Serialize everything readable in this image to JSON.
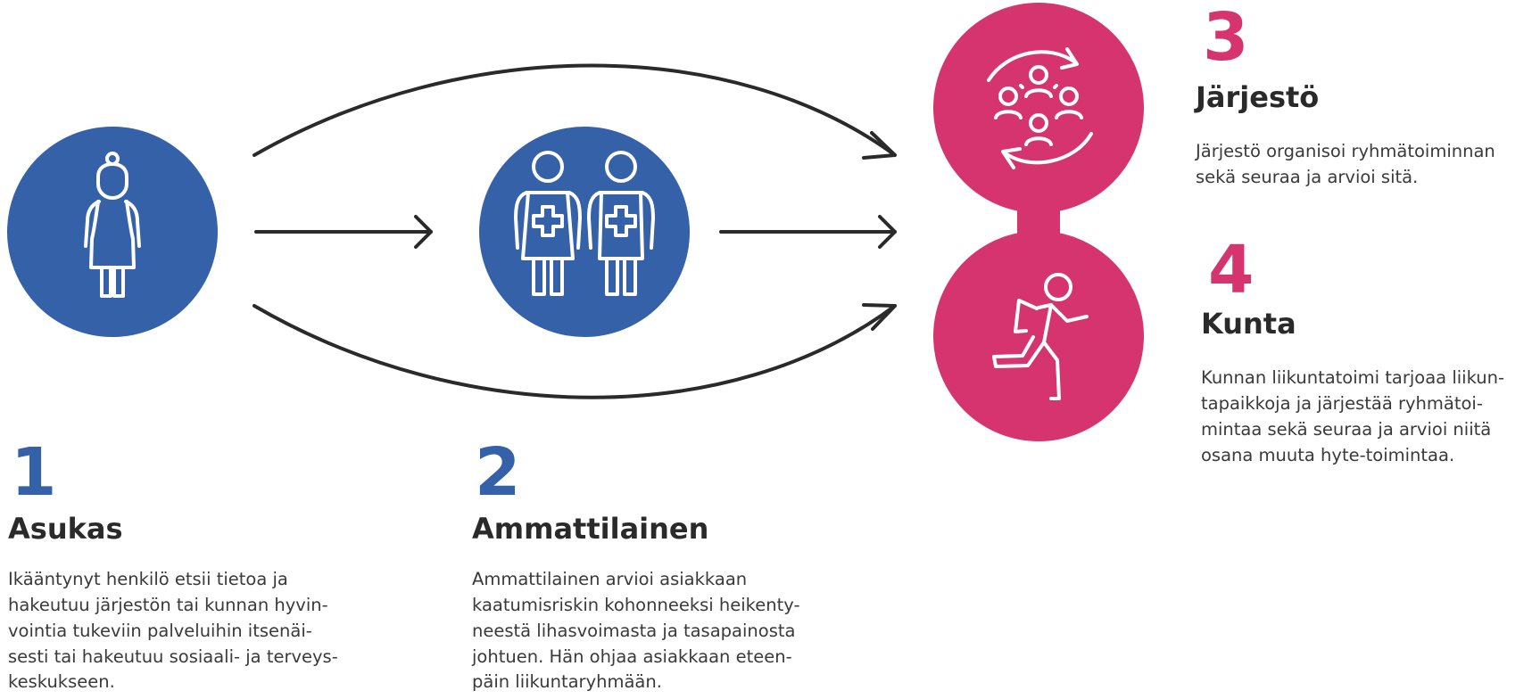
{
  "steps": [
    {
      "number": "1",
      "title": "Asukas",
      "description": "Ikääntynyt henkilö etsii tietoa ja\nhakeutuu järjestön tai kunnan hyvin-\nvointia tukeviin palveluihin itsenäi-\nsesti tai hakeutuu sosiaali- ja terveys-\nkeskukseen.",
      "icon": "elderly-woman-icon"
    },
    {
      "number": "2",
      "title": "Ammattilainen",
      "description": "Ammattilainen arvioi asiakkaan\nkaatumisriskin kohonneeksi heikenty-\nneestä lihasvoimasta ja tasapainosta\njohtuen. Hän ohjaa asiakkaan eteen-\npäin liikuntaryhmään.",
      "icon": "health-professionals-icon"
    },
    {
      "number": "3",
      "title": "Järjestö",
      "description": "Järjestö organisoi ryhmätoiminnan\nsekä seuraa ja arvioi sitä.",
      "icon": "group-activity-cycle-icon"
    },
    {
      "number": "4",
      "title": "Kunta",
      "description": "Kunnan liikuntatoimi tarjoaa liikun-\ntapaikkoja ja järjestää ryhmätoi-\nmintaa sekä seuraa ja arvioi niitä\nosana muuta hyte-toimintaa.",
      "icon": "running-person-icon"
    }
  ],
  "colors": {
    "blue": "#3461a8",
    "pink": "#d6346f",
    "arrow": "#2a2a2a",
    "text": "#2a2a2a"
  }
}
